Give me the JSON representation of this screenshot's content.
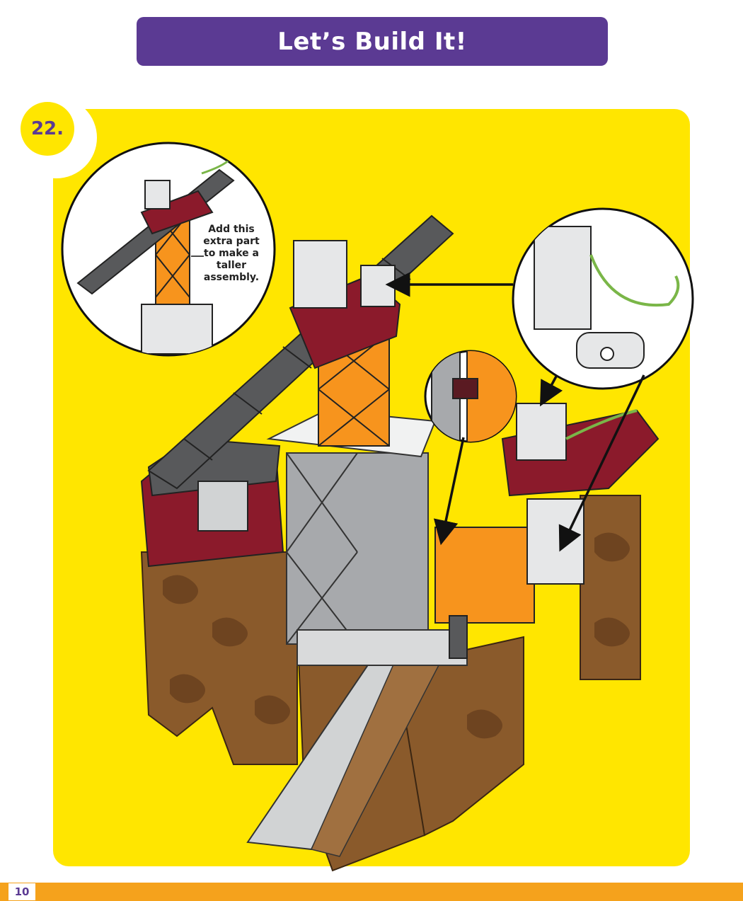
{
  "header": {
    "title": "Let’s Build It!"
  },
  "step": {
    "number": "22."
  },
  "callout": {
    "text": "Add this extra part to make a taller assembly."
  },
  "footer": {
    "page_number": "10"
  },
  "colors": {
    "banner": "#5b3a93",
    "panel": "#ffe600",
    "footer": "#f5a21c",
    "tower_orange": "#f7941d",
    "frame_gray": "#a7a9ac",
    "crane_dark": "#58595b",
    "maroon": "#8b1a2b",
    "rock_brown": "#8a5a2b",
    "wire_green": "#7ab648"
  }
}
